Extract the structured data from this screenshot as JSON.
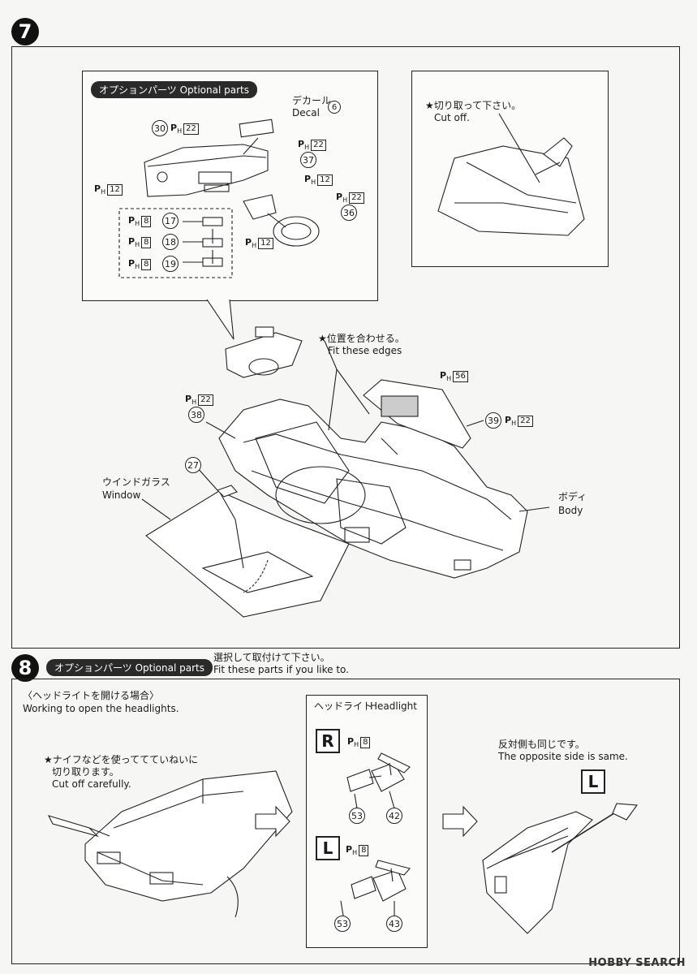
{
  "step7": {
    "number": "7",
    "optional_label": "オプションパーツ Optional parts",
    "decal_jp": "デカール",
    "decal_en": "Decal",
    "decal_num": "6",
    "parts": {
      "p30": "30",
      "p37": "37",
      "p36": "36",
      "p17": "17",
      "p18": "18",
      "p19": "19",
      "p38": "38",
      "p27": "27",
      "p39": "39"
    },
    "ph": {
      "ph22_a": "22",
      "ph12_a": "12",
      "ph22_b": "22",
      "ph12_b": "12",
      "ph22_c": "22",
      "ph12_c": "12",
      "ph8_a": "8",
      "ph8_b": "8",
      "ph8_c": "8",
      "ph22_d": "22",
      "ph56": "56",
      "ph22_e": "22"
    },
    "cut_jp": "★切り取って下さい。",
    "cut_en": "Cut off.",
    "fit_jp": "★位置を合わせる。",
    "fit_en": "Fit these edges",
    "window_jp": "ウインドガラス",
    "window_en": "Window",
    "body_jp": "ボディ",
    "body_en": "Body"
  },
  "step8": {
    "number": "8",
    "optional_label": "オプションパーツ Optional parts",
    "select_jp": "選択して取付けて下さい。",
    "select_en": "Fit these parts if you like to.",
    "open_jp": "〈ヘッドライトを開ける場合〉",
    "open_en": "Working to open the headlights.",
    "knife_jp1": "★ナイフなどを使っててていねいに",
    "knife_jp2": "切り取ります。",
    "knife_en": "Cut off carefully.",
    "headlight_jp": "ヘッドライト",
    "headlight_en": "Headlight",
    "right": "R",
    "left": "L",
    "left2": "L",
    "ph8_r": "8",
    "ph8_l": "8",
    "p53_r": "53",
    "p42": "42",
    "p53_l": "53",
    "p43": "43",
    "same_jp": "反対側も同じです。",
    "same_en": "The opposite side is same."
  },
  "watermark": "HOBBY SEARCH"
}
